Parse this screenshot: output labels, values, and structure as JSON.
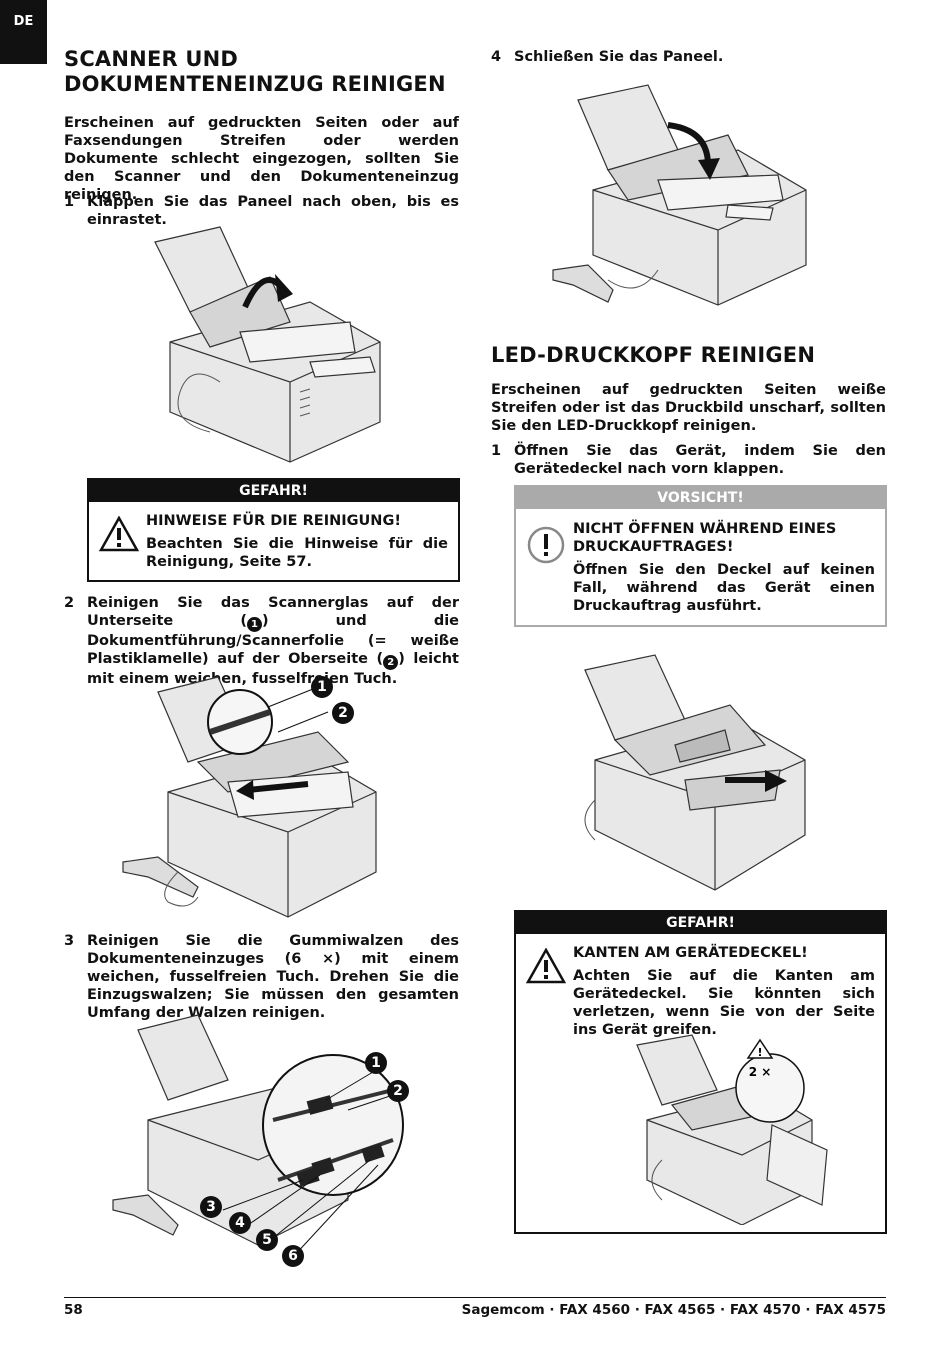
{
  "lang_tab": "DE",
  "left": {
    "heading_line1": "SCANNER UND",
    "heading_line2": "DOKUMENTENEINZUG REINIGEN",
    "intro": "Erscheinen auf gedruckten Seiten oder auf Faxsendungen Streifen oder werden Dokumente schlecht eingezogen, sollten Sie den Scanner und den Dokumenteneinzug reinigen.",
    "step1_num": "1",
    "step1_text": "Klappen Sie das Paneel nach oben, bis es einrastet.",
    "danger_header": "GEFAHR!",
    "danger_title": "HINWEISE FÜR DIE REINIGUNG!",
    "danger_body": "Beachten Sie die Hinweise für die Reinigung, Seite 57.",
    "step2_num": "2",
    "step2_a": "Reinigen Sie das Scannerglas auf der Unterseite (",
    "step2_c1": "1",
    "step2_b": ") und die Dokumentführung/Scannerfolie (= weiße Plastiklamelle) auf der Oberseite (",
    "step2_c2": "2",
    "step2_c": ") leicht mit einem weichen, fusselfreien Tuch.",
    "step3_num": "3",
    "step3_text": "Reinigen Sie die Gummiwalzen des Dokumenteneinzuges (6 ×) mit einem weichen, fusselfreien Tuch. Drehen Sie die Einzugswalzen; Sie müssen den gesamten Umfang der Walzen reinigen.",
    "fig2_callouts": [
      "1",
      "2"
    ],
    "fig3_callouts": [
      "1",
      "2",
      "3",
      "4",
      "5",
      "6"
    ]
  },
  "right": {
    "step4_num": "4",
    "step4_text": "Schließen Sie das Paneel.",
    "heading": "LED-DRUCKKOPF REINIGEN",
    "intro": "Erscheinen auf gedruckten Seiten weiße Streifen oder ist das Druckbild unscharf, sollten Sie den LED-Druckkopf reinigen.",
    "step1_num": "1",
    "step1_text": "Öffnen Sie das Gerät, indem Sie den Gerätedeckel nach vorn klappen.",
    "caution_header": "VORSICHT!",
    "caution_title": "NICHT ÖFFNEN WÄHREND EINES DRUCKAUFTRAGES!",
    "caution_body": "Öffnen Sie den Deckel auf keinen Fall, während das Gerät einen Druckauftrag ausführt.",
    "danger_header": "GEFAHR!",
    "danger_title": "KANTEN AM GERÄTEDECKEL!",
    "danger_body": "Achten Sie auf die Kanten am Gerätedeckel. Sie könnten sich verletzen, wenn Sie von der Seite ins Gerät greifen.",
    "warning_label": "2 ×"
  },
  "footer": {
    "page": "58",
    "product": "Sagemcom · FAX 4560 · FAX 4565 · FAX 4570 · FAX 4575"
  }
}
